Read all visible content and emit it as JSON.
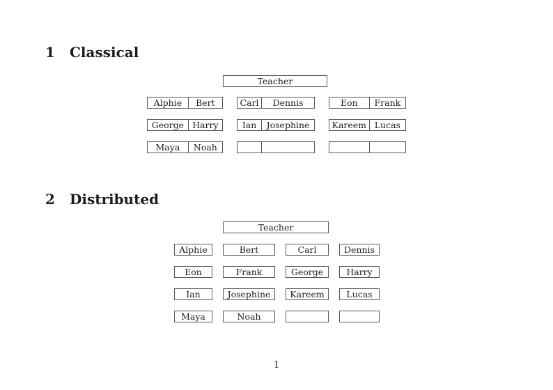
{
  "document": {
    "page_number": "1"
  },
  "sections": [
    {
      "number": "1",
      "title": "Classical",
      "teacher_label": "Teacher",
      "desk_rows": [
        [
          [
            "Alphie",
            "Bert"
          ],
          [
            "Carl",
            "Dennis"
          ],
          [
            "Eon",
            "Frank"
          ]
        ],
        [
          [
            "George",
            "Harry"
          ],
          [
            "Ian",
            "Josephine"
          ],
          [
            "Kareem",
            "Lucas"
          ]
        ],
        [
          [
            "Maya",
            "Noah"
          ],
          [
            "",
            ""
          ],
          [
            "",
            ""
          ]
        ]
      ]
    },
    {
      "number": "2",
      "title": "Distributed",
      "teacher_label": "Teacher",
      "desk_rows": [
        [
          "Alphie",
          "Bert",
          "Carl",
          "Dennis"
        ],
        [
          "Eon",
          "Frank",
          "George",
          "Harry"
        ],
        [
          "Ian",
          "Josephine",
          "Kareem",
          "Lucas"
        ],
        [
          "Maya",
          "Noah",
          "",
          ""
        ]
      ]
    }
  ]
}
